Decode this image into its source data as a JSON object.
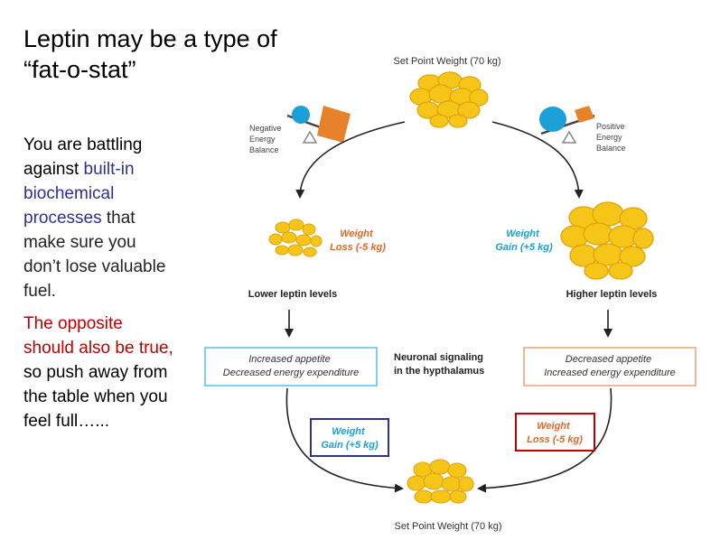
{
  "title_line1": "Leptin may be a type of",
  "title_line2": "“fat-o-stat”",
  "text1": {
    "part1": "You are battling against ",
    "part2": "built-in biochemical processes",
    "part3": " that make sure you don’t lose valuable fuel."
  },
  "text2": {
    "part1": "The opposite should also be true,",
    "part2": " so push away from the table when you feel full…..."
  },
  "diagram": {
    "set_point_top": "Set Point Weight (70 kg)",
    "set_point_bottom": "Set Point Weight (70 kg)",
    "negative_balance": [
      "Negative",
      "Energy",
      "Balance"
    ],
    "positive_balance": [
      "Positive",
      "Energy",
      "Balance"
    ],
    "weight_loss": [
      "Weight",
      "Loss (-5 kg)"
    ],
    "weight_gain": [
      "Weight",
      "Gain (+5 kg)"
    ],
    "lower_leptin": "Lower leptin levels",
    "higher_leptin": "Higher leptin levels",
    "left_box": [
      "Increased appetite",
      "Decreased energy expenditure"
    ],
    "right_box": [
      "Decreased appetite",
      "Increased energy expenditure"
    ],
    "center_label": [
      "Neuronal signaling",
      "in the hypthalamus"
    ],
    "boxed_gain": [
      "Weight",
      "Gain (+5 kg)"
    ],
    "boxed_loss": [
      "Weight",
      "Loss (-5 kg)"
    ]
  },
  "colors": {
    "orange_text": "#e0662a",
    "cyan_text": "#1a9fd6",
    "navy_box": "#2e3192",
    "red_box": "#c00000",
    "fat_fill": "#f5c518",
    "fat_stroke": "#e3a20b"
  }
}
